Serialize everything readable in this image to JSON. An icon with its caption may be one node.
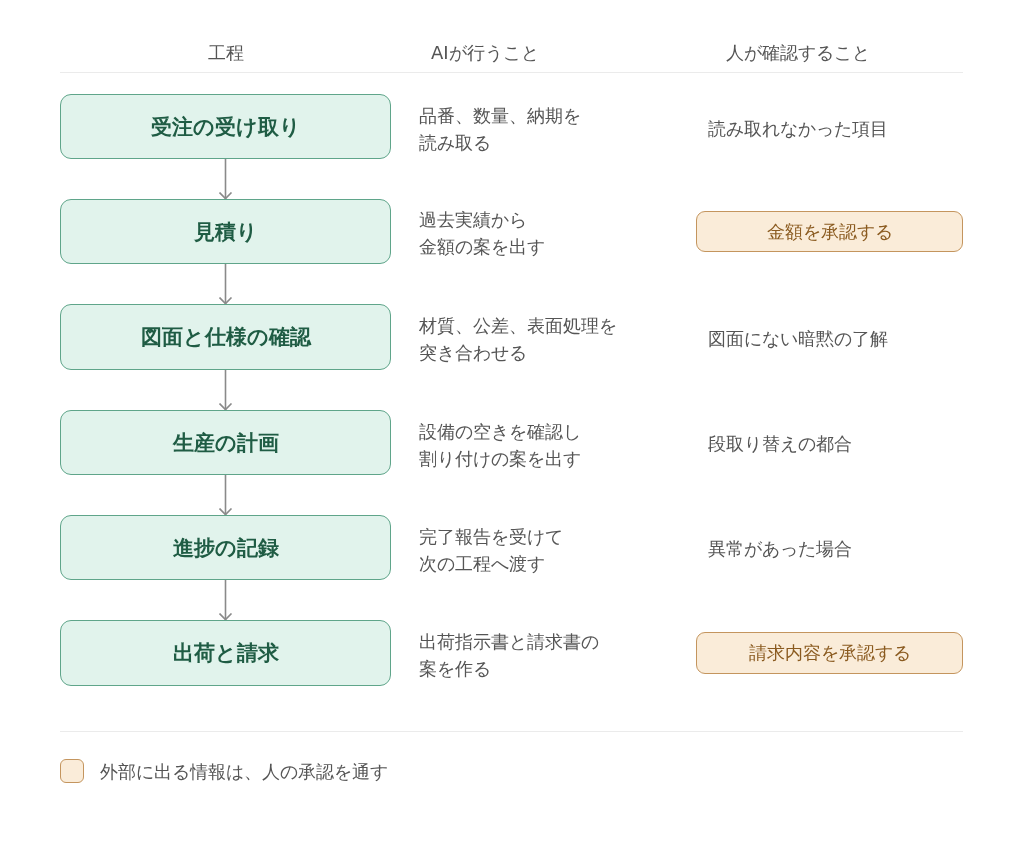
{
  "diagram": {
    "nodes": [
      {
        "text": [
          "受注の受け取り"
        ]
      },
      {
        "text": [
          "見積り"
        ]
      },
      {
        "text": [
          "金額を承認する"
        ]
      },
      {
        "text": [
          "図面と仕様の確認"
        ]
      },
      {
        "text": [
          "生産の計画"
        ]
      },
      {
        "text": [
          "進捗の記録"
        ]
      },
      {
        "text": [
          "出荷と請求"
        ]
      },
      {
        "text": [
          "請求内容を承認する"
        ]
      }
    ],
    "edges": [
      {
        "from": 0,
        "to": 1,
        "arrow": "to"
      },
      {
        "from": 1,
        "to": 3,
        "arrow": "to"
      },
      {
        "from": 3,
        "to": 4,
        "arrow": "to"
      },
      {
        "from": 4,
        "to": 5,
        "arrow": "to"
      },
      {
        "from": 5,
        "to": 6,
        "arrow": "to"
      }
    ],
    "labels": [
      "工程",
      "AIが行うこと",
      "人が確認すること",
      "品番、数量、納期を読み取る",
      "読み取れなかった項目",
      "過去実績から金額の案を出す",
      "材質、公差、表面処理を突き合わせる",
      "図面にない暗黙の了解",
      "設備の空きを確認し割り付けの案を出す",
      "段取り替えの都合",
      "完了報告を受けて次の工程へ渡す",
      "異常があった場合",
      "出荷指示書と請求書の案を作る"
    ],
    "legend": [
      {
        "text": "外部に出る情報は、人の承認を通す",
        "color": "#faecd9"
      }
    ]
  }
}
